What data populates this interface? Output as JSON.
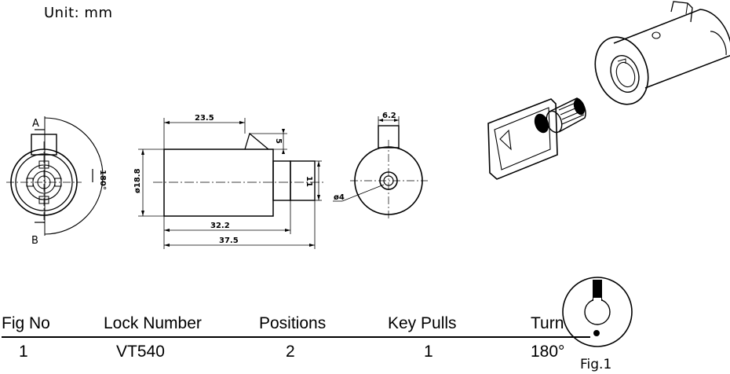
{
  "header": {
    "unit_text": "Unit:  mm"
  },
  "front_view": {
    "label_a": "A",
    "label_b": "B",
    "angle": "180°"
  },
  "side_view": {
    "dim_length_top": "23.5",
    "dim_tab_height": "5",
    "dim_diameter": "ø18.8",
    "dim_shaft": "11",
    "dim_body_length": "32.2",
    "dim_total_length": "37.5"
  },
  "end_view": {
    "dim_tab_width": "6.2",
    "dim_hole": "ø4"
  },
  "spec_table": {
    "headers": [
      "Fig  No",
      "Lock  Number",
      "Positions",
      "Key  Pulls",
      "Turn"
    ],
    "rows": [
      [
        "1",
        "VT540",
        "2",
        "1",
        "180°"
      ]
    ]
  },
  "figure_caption": "Fig.1"
}
